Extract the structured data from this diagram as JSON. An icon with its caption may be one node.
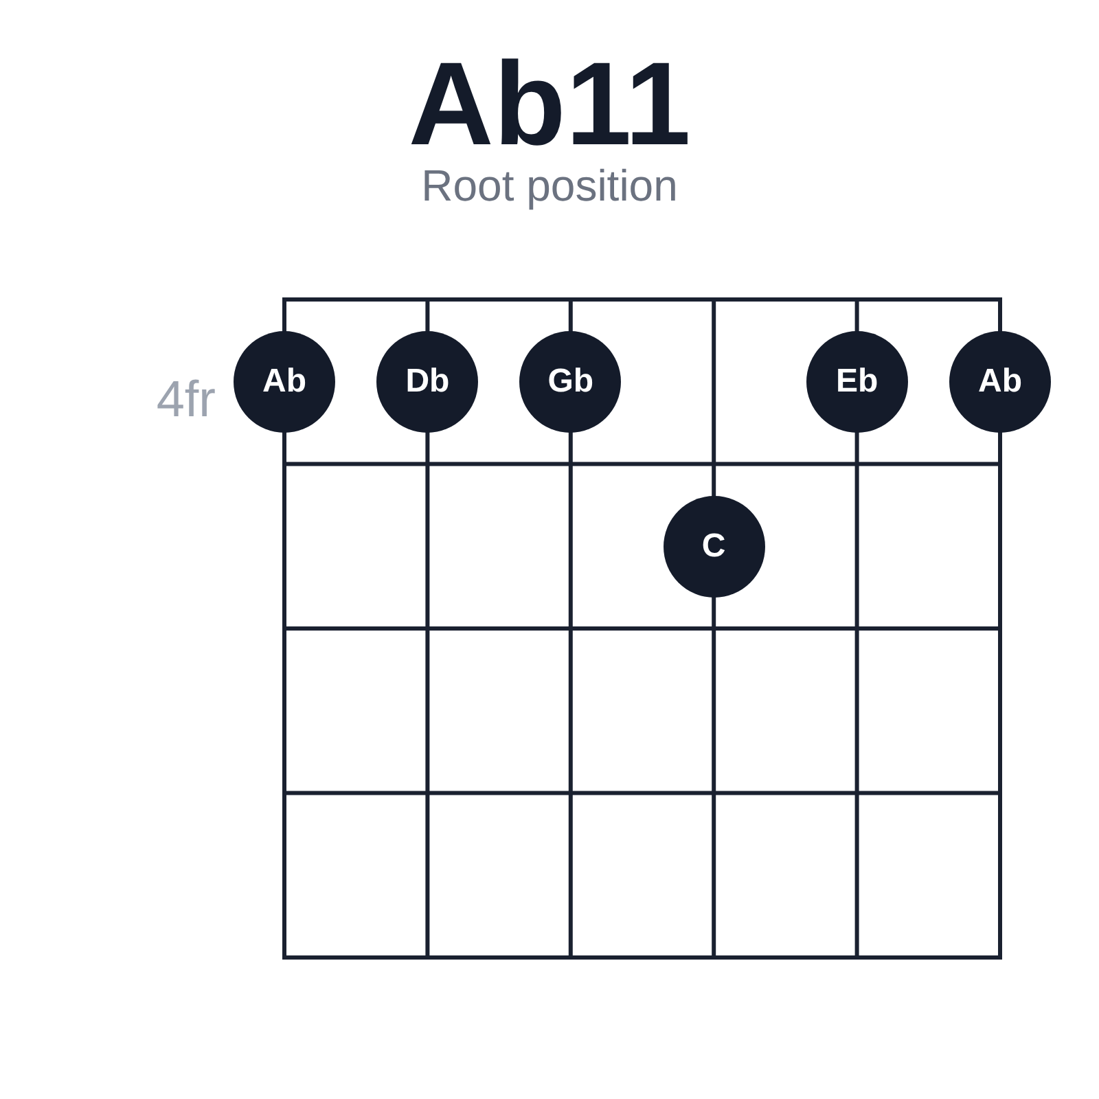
{
  "diagram": {
    "title": "Ab11",
    "nodes": [
      {
        "text": [
          "Ab"
        ]
      },
      {
        "text": [
          "Db"
        ]
      },
      {
        "text": [
          "Gb"
        ]
      },
      {
        "text": [
          "Eb"
        ]
      },
      {
        "text": [
          "Ab"
        ]
      },
      {
        "text": [
          "C"
        ]
      }
    ],
    "labels": [
      "Root position",
      "4fr"
    ]
  }
}
